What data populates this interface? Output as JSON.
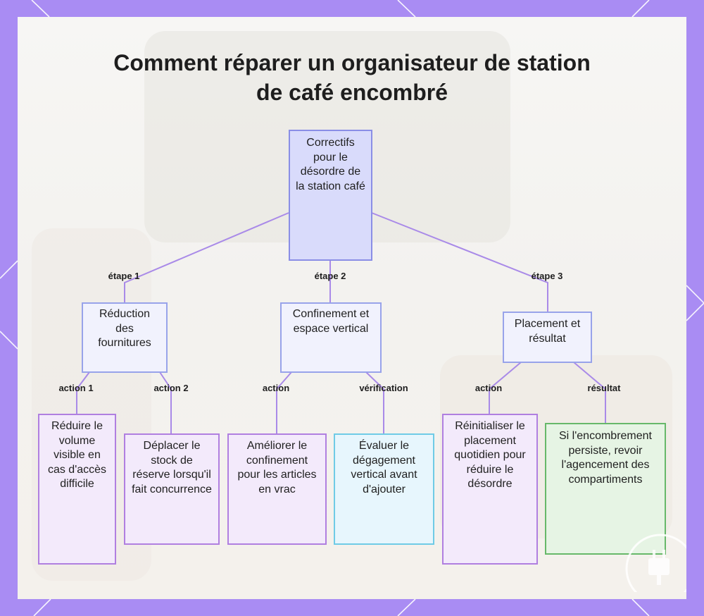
{
  "title": "Comment réparer un organisateur de station de café encombré",
  "root": {
    "label": "Correctifs pour le désordre de la station café"
  },
  "steps": [
    {
      "edge_label": "étape 1",
      "label": "Réduction des fournitures",
      "children": [
        {
          "edge_label": "action 1",
          "label": "Réduire le volume visible en cas d'accès difficile",
          "style": "purple"
        },
        {
          "edge_label": "action 2",
          "label": "Déplacer le stock de réserve lorsqu'il fait concurrence",
          "style": "purple"
        }
      ]
    },
    {
      "edge_label": "étape 2",
      "label": "Confinement et espace vertical",
      "children": [
        {
          "edge_label": "action",
          "label": "Améliorer le confinement pour les articles en vrac",
          "style": "purple"
        },
        {
          "edge_label": "vérification",
          "label": "Évaluer le dégagement vertical avant d'ajouter",
          "style": "blue"
        }
      ]
    },
    {
      "edge_label": "étape 3",
      "label": "Placement et résultat",
      "children": [
        {
          "edge_label": "action",
          "label": "Réinitialiser le placement quotidien pour réduire le désordre",
          "style": "purple"
        },
        {
          "edge_label": "résultat",
          "label": "Si l'encombrement persiste, revoir l'agencement des compartiments",
          "style": "green"
        }
      ]
    }
  ],
  "colors": {
    "frame": "#a98cf3",
    "connector": "#a98ae8",
    "root_fill": "#d9dbfb",
    "step_fill": "#f1f2fd",
    "action_fill": "#f3eafb",
    "check_fill": "#e7f6fd",
    "result_fill": "#e6f4e4"
  },
  "icons": {
    "watermark": "plug-icon"
  }
}
